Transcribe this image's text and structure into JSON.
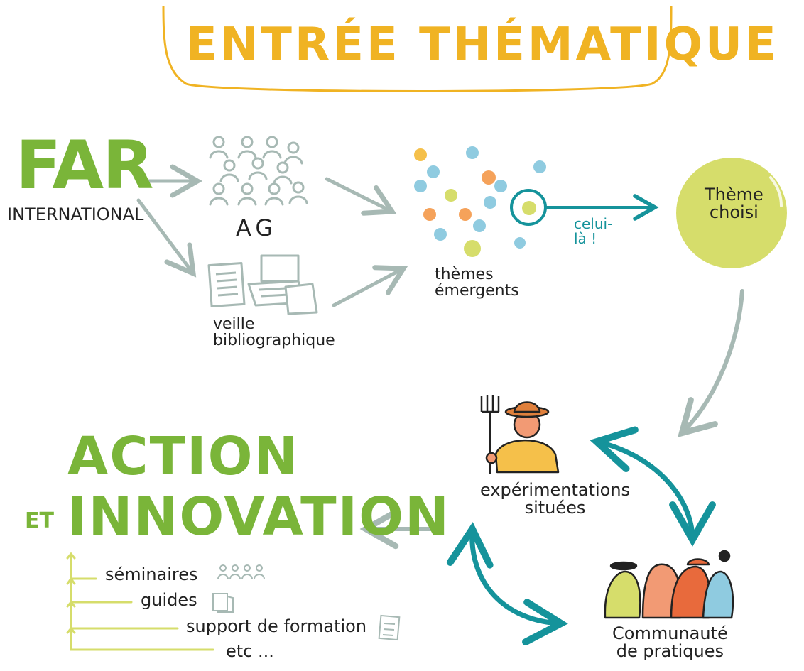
{
  "title": "ENTRÉE THÉMATIQUE",
  "source": {
    "line1": "FAR",
    "line2": "INTERNATIONAL"
  },
  "inputs": {
    "ag": "AG",
    "veille": "veille\nbibliographique"
  },
  "emerging_themes": "thèmes\némergents",
  "pick_label": "celui-\nlà !",
  "chosen_theme": "Thème\nchoisi",
  "experiments": "expérimentations\nsituées",
  "community": "Communauté\nde pratiques",
  "outcome": {
    "line1": "ACTION",
    "connector": "ET",
    "line2": "INNOVATION"
  },
  "outputs": [
    "séminaires",
    "guides",
    "support de formation",
    "etc ..."
  ],
  "colors": {
    "title": "#f0b323",
    "green": "#7ab539",
    "grey": "#a7b9b4",
    "teal": "#15939b",
    "yellow_green": "#d6dd6b",
    "orange": "#f5a25a",
    "blue": "#8fcbe0",
    "dark": "#222222"
  },
  "icons": [
    "people-group-icon",
    "documents-laptop-icon",
    "farmer-fork-icon",
    "community-group-icon",
    "people-small-icon",
    "guide-icon",
    "document-icon"
  ]
}
